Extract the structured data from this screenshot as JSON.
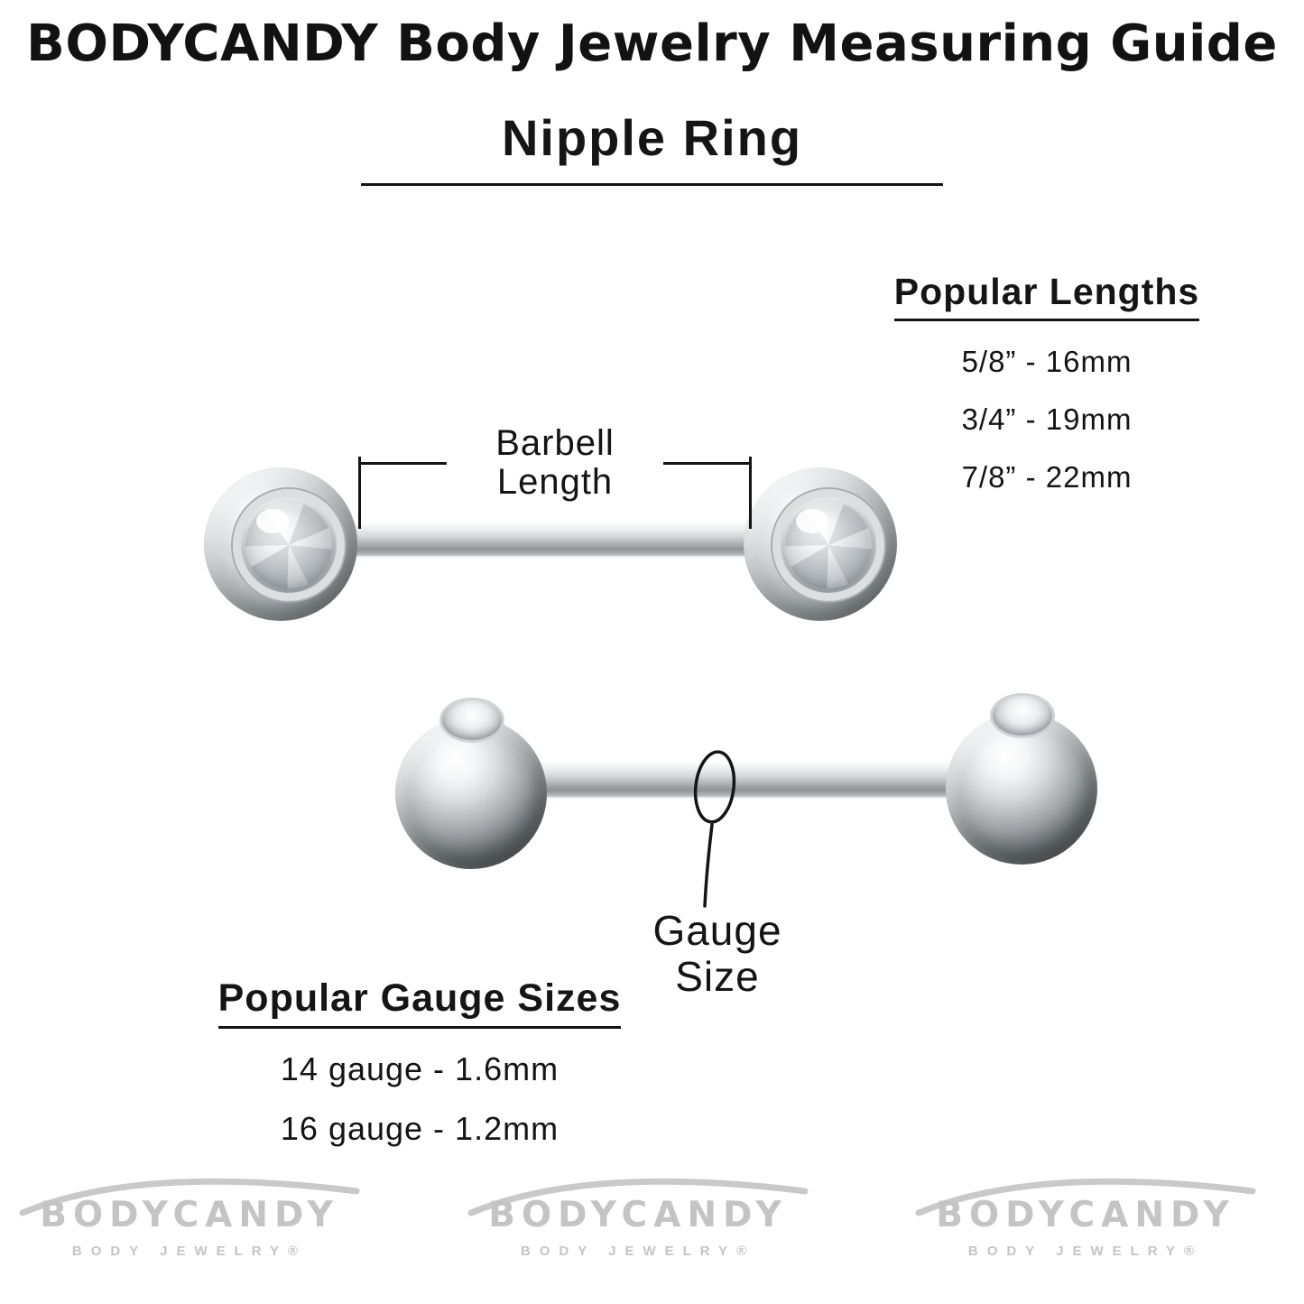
{
  "page": {
    "title": "BODYCANDY Body Jewelry Measuring Guide",
    "subtitle": "Nipple Ring"
  },
  "popular_lengths": {
    "heading": "Popular Lengths",
    "items": [
      "5/8” - 16mm",
      "3/4” - 19mm",
      "7/8” - 22mm"
    ]
  },
  "annotations": {
    "barbell_length_line1": "Barbell",
    "barbell_length_line2": "Length",
    "gauge_size_line1": "Gauge",
    "gauge_size_line2": "Size"
  },
  "popular_gauges": {
    "heading": "Popular Gauge Sizes",
    "items": [
      "14 gauge - 1.6mm",
      "16 gauge - 1.2mm"
    ]
  },
  "watermark": {
    "brand": "BODYCANDY",
    "sub": "BODY JEWELRY®"
  },
  "colors": {
    "text": "#141414",
    "watermark": "#c4c4c4"
  }
}
